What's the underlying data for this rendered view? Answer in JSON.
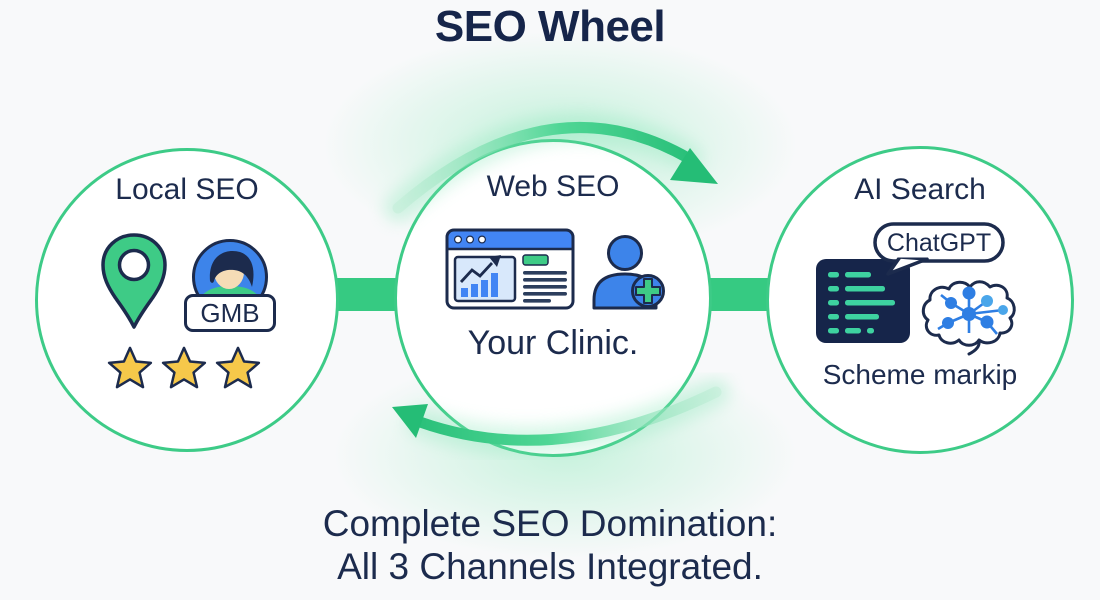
{
  "title": "SEO Wheel",
  "circles": {
    "local": {
      "label": "Local SEO",
      "badge": "GMB",
      "rating_stars": 3,
      "icons": [
        "map-pin-icon",
        "person-avatar-icon",
        "star-icon"
      ]
    },
    "web": {
      "label": "Web SEO",
      "caption": "Your Clinic.",
      "icons": [
        "browser-analytics-icon",
        "person-add-icon"
      ]
    },
    "ai": {
      "label": "AI Search",
      "bubble": "ChatGPT",
      "caption": "Scheme markip",
      "icons": [
        "code-block-icon",
        "chatgpt-bubble-icon",
        "brain-network-icon"
      ]
    }
  },
  "footer": {
    "line1": "Complete SEO Domination:",
    "line2": "All 3 Channels Integrated."
  },
  "colors": {
    "green": "#36ca82",
    "circle_border_green": "#3dcb87",
    "navy": "#1c2b4d",
    "blue": "#3d84ea",
    "header_blue": "#4285f4",
    "light_blue_panel": "#d8e8fb",
    "gold": "#f6c84a",
    "code_block_navy": "#16254a",
    "code_line_teal": "#3ed2a0",
    "background": "#f8f9fa"
  }
}
